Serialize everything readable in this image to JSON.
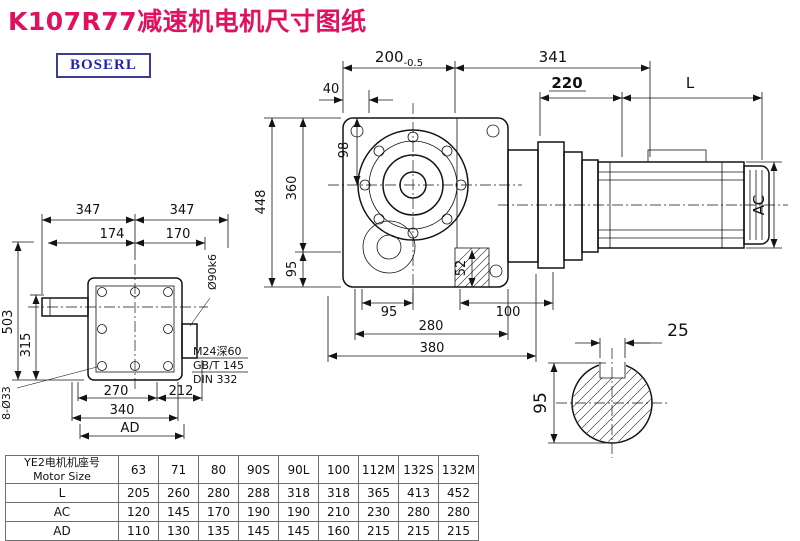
{
  "page": {
    "title": "K107R77减速机电机尺寸图纸",
    "logo": "BOSERL",
    "colors": {
      "title": "#e0115f",
      "logo_text": "#2121b0",
      "line": "#141414"
    }
  },
  "front_view": {
    "dim_200": "200",
    "dim_200_tol": "-0.5",
    "dim_341": "341",
    "dim_40": "40",
    "dim_220": "220",
    "dim_L": "L",
    "dim_98": "98",
    "dim_448": "448",
    "dim_360": "360",
    "dim_95_left": "95",
    "dim_52": "52",
    "dim_95_bottom": "95",
    "dim_100": "100",
    "dim_280": "280",
    "dim_380": "380",
    "dim_AC": "AC"
  },
  "side_view": {
    "dim_347_a": "347",
    "dim_347_b": "347",
    "dim_174": "174",
    "dim_170": "170",
    "dim_503": "503",
    "dim_315": "315",
    "dim_phi90": "Ø90k6",
    "note_m24": "M24深60",
    "note_gbt": "GB/T 145",
    "note_din": "DIN 332",
    "dim_270": "270",
    "dim_212": "212",
    "dim_8phi33": "8-Ø33",
    "dim_340": "340",
    "dim_AD": "AD"
  },
  "shaft_section": {
    "dim_25": "25",
    "dim_95": "95"
  },
  "table": {
    "header_cn": "YE2电机机座号",
    "header_en": "Motor Size",
    "sizes": [
      "63",
      "71",
      "80",
      "90S",
      "90L",
      "100",
      "112M",
      "132S",
      "132M"
    ],
    "rows": [
      {
        "label": "L",
        "values": [
          "205",
          "260",
          "280",
          "288",
          "318",
          "318",
          "365",
          "413",
          "452"
        ]
      },
      {
        "label": "AC",
        "values": [
          "120",
          "145",
          "170",
          "190",
          "190",
          "210",
          "230",
          "280",
          "280"
        ]
      },
      {
        "label": "AD",
        "values": [
          "110",
          "130",
          "135",
          "145",
          "145",
          "160",
          "215",
          "215",
          "215"
        ]
      }
    ]
  }
}
